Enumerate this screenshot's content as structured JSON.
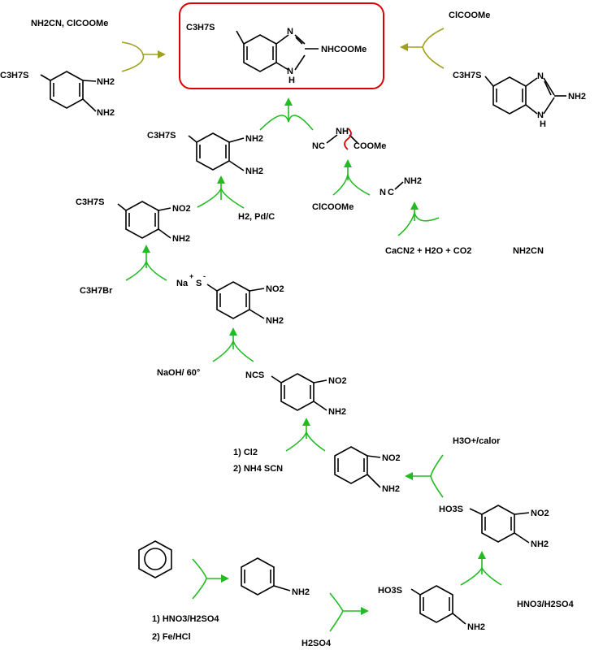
{
  "colors": {
    "green_arrow": "#22bb22",
    "olive_arrow": "#a0a020",
    "target_box": "#dd0000",
    "cleavage_mark": "#dd0000",
    "text": "#000000"
  },
  "target": {
    "substituent": "C3H7S",
    "amide": "NHCOOMe",
    "ring_n": "N",
    "ring_nh": "N",
    "ring_h": "H"
  },
  "top_left": {
    "reagents": "NH2CN, ClCOOMe",
    "substituent": "C3H7S",
    "nh2_a": "NH2",
    "nh2_b": "NH2"
  },
  "top_right": {
    "reagent": "ClCOOMe",
    "substituent": "C3H7S",
    "amine": "NH2",
    "ring_n": "N",
    "ring_nh": "N",
    "ring_h": "H"
  },
  "diamine": {
    "substituent": "C3H7S",
    "nh2_a": "NH2",
    "nh2_b": "NH2",
    "reagent": "H2, Pd/C"
  },
  "carbamate": {
    "nc": "NC",
    "nh": "NH",
    "ester": "COOMe",
    "reagent": "ClCOOMe"
  },
  "cyanamide": {
    "nc": "N",
    "amine": "NH2",
    "reagents": "CaCN2 + H2O + CO2",
    "label": "NH2CN"
  },
  "nitro_propyl": {
    "substituent": "C3H7S",
    "nitro": "NO2",
    "amine": "NH2",
    "reagent": "C3H7Br"
  },
  "thiolate": {
    "na": "Na",
    "s": "S",
    "nitro": "NO2",
    "amine": "NH2",
    "reagent": "NaOH/ 60°"
  },
  "thiocyanate": {
    "substituent": "NCS",
    "nitro": "NO2",
    "amine": "NH2",
    "reagent_1": "1) Cl2",
    "reagent_2": "2) NH4 SCN"
  },
  "nitroaniline": {
    "nitro": "NO2",
    "amine": "NH2",
    "reagent": "H3O+/calor"
  },
  "sulfo_nitro": {
    "substituent": "HO3S",
    "nitro": "NO2",
    "amine": "NH2",
    "reagent": "HNO3/H2SO4"
  },
  "benzene": {
    "reagent_1": "1) HNO3/H2SO4",
    "reagent_2": "2) Fe/HCl"
  },
  "aniline": {
    "amine": "NH2",
    "reagent": "H2SO4"
  },
  "sulfanilic": {
    "substituent": "HO3S",
    "amine": "NH2"
  }
}
